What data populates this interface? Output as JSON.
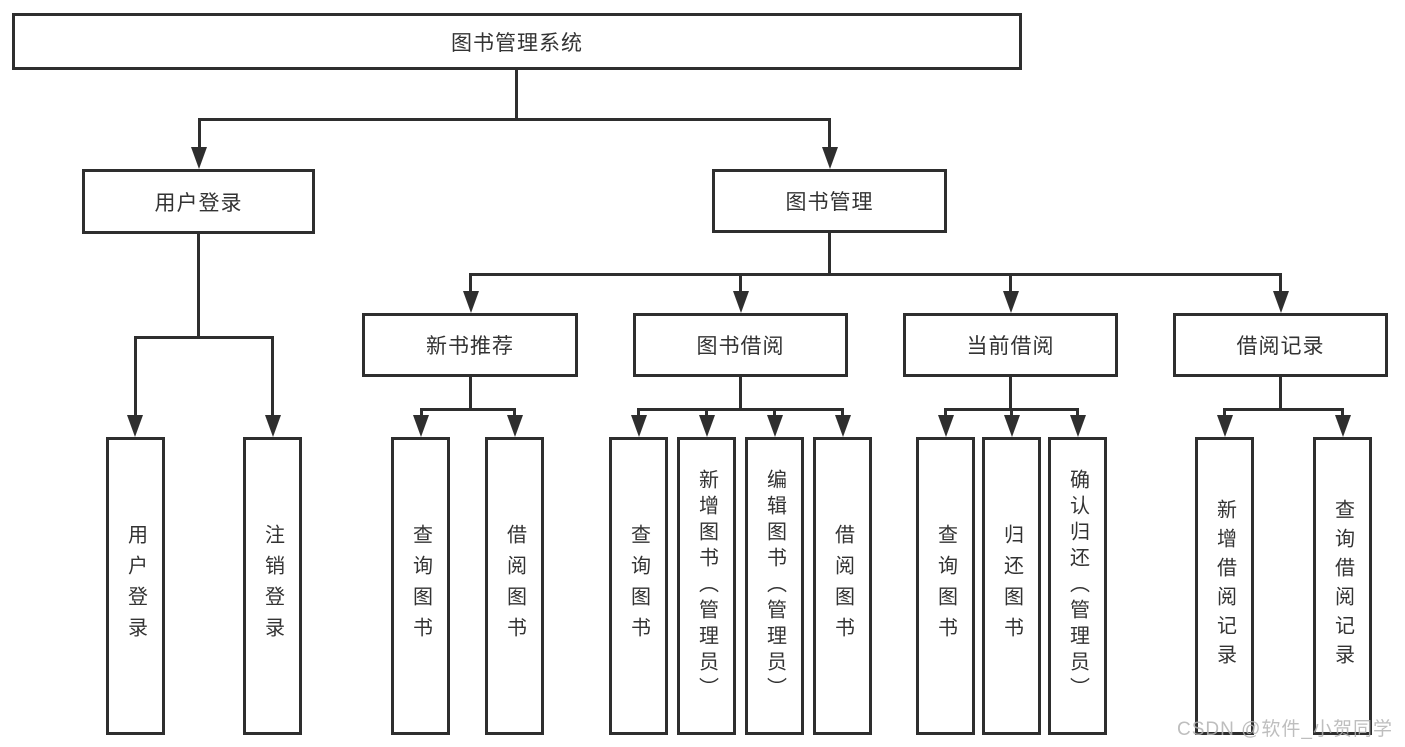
{
  "diagram": {
    "root": {
      "label": "图书管理系统"
    },
    "level2": [
      {
        "label": "用户登录"
      },
      {
        "label": "图书管理"
      }
    ],
    "level3": [
      {
        "label": "新书推荐"
      },
      {
        "label": "图书借阅"
      },
      {
        "label": "当前借阅"
      },
      {
        "label": "借阅记录"
      }
    ],
    "leaves": {
      "user_login": [
        {
          "label": "用户登录"
        },
        {
          "label": "注销登录"
        }
      ],
      "new_book": [
        {
          "label": "查询图书"
        },
        {
          "label": "借阅图书"
        }
      ],
      "book_borrow": [
        {
          "label": "查询图书"
        },
        {
          "label": "新增图书（管理员）"
        },
        {
          "label": "编辑图书（管理员）"
        },
        {
          "label": "借阅图书"
        }
      ],
      "current_borrow": [
        {
          "label": "查询图书"
        },
        {
          "label": "归还图书"
        },
        {
          "label": "确认归还（管理员）"
        }
      ],
      "borrow_record": [
        {
          "label": "新增借阅记录"
        },
        {
          "label": "查询借阅记录"
        }
      ]
    }
  },
  "watermark": "CSDN @软件_小贺同学",
  "colors": {
    "line": "#2e2e2e",
    "text": "#333333",
    "background": "#ffffff",
    "watermark": "#b3b3b3"
  }
}
